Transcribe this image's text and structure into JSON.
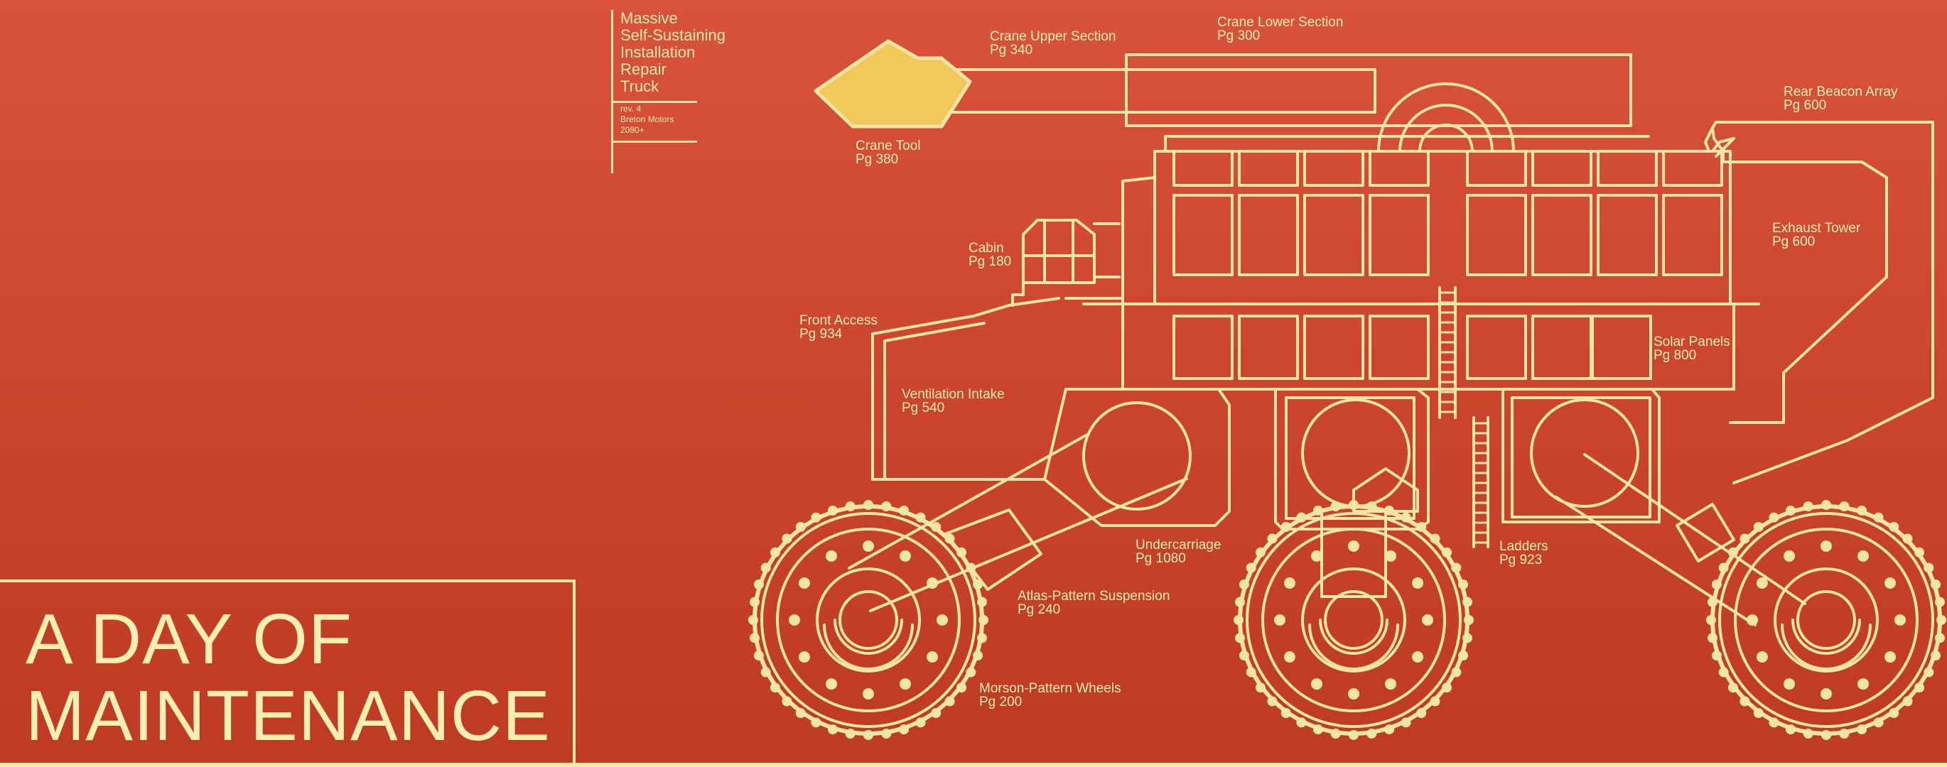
{
  "spec_block": {
    "name": "Massive\nSelf-Sustaining\nInstallation\nRepair\nTruck",
    "meta": "rev. 4\nBreton Motors\n2080+"
  },
  "title": {
    "line1": "A DAY OF",
    "line2": "MAINTENANCE"
  },
  "callouts": {
    "crane_upper": {
      "label": "Crane Upper Section",
      "page": "Pg 340"
    },
    "crane_lower": {
      "label": "Crane Lower Section",
      "page": "Pg 300"
    },
    "crane_tool": {
      "label": "Crane Tool",
      "page": "Pg 380"
    },
    "rear_beacon": {
      "label": "Rear Beacon Array",
      "page": "Pg 600"
    },
    "exhaust": {
      "label": "Exhaust Tower",
      "page": "Pg 600"
    },
    "cabin": {
      "label": "Cabin",
      "page": "Pg 180"
    },
    "front_access": {
      "label": "Front Access",
      "page": "Pg 934"
    },
    "solar": {
      "label": "Solar Panels",
      "page": "Pg 800"
    },
    "ventilation": {
      "label": "Ventilation Intake",
      "page": "Pg 540"
    },
    "undercarriage": {
      "label": "Undercarriage",
      "page": "Pg 1080"
    },
    "ladders": {
      "label": "Ladders",
      "page": "Pg 923"
    },
    "suspension": {
      "label": "Atlas-Pattern Suspension",
      "page": "Pg 240"
    },
    "wheels": {
      "label": "Morson-Pattern Wheels",
      "page": "Pg 200"
    }
  },
  "colors": {
    "background_top": "#d8533a",
    "background_bottom": "#bd3b22",
    "line": "#efe6a3",
    "crane_tool_fill": "#f3c85a"
  }
}
